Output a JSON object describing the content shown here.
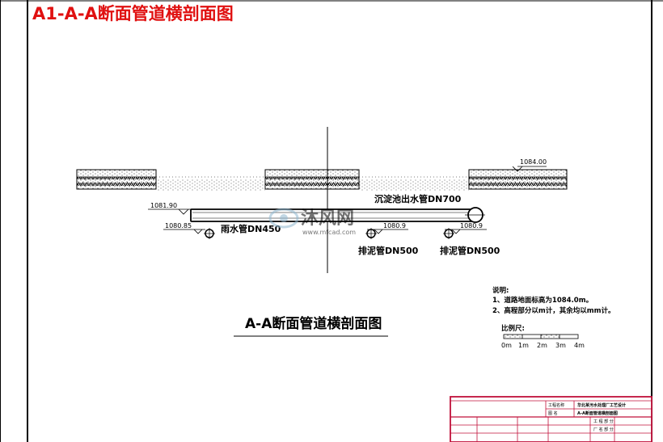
{
  "page_title": "A1-A-A断面管道横剖面图",
  "section_title": "A-A断面管道横剖面图",
  "elevations": {
    "road_surface": "1084.00",
    "main_pipe_top": "1081.90",
    "rain_pipe": "1080.85",
    "sludge_pipe_1": "1080.9",
    "sludge_pipe_2": "1080.9"
  },
  "pipe_labels": {
    "main_pipe": "沉淀池出水管DN700",
    "rain_pipe": "雨水管DN450",
    "sludge_pipe_1": "排泥管DN500",
    "sludge_pipe_2": "排泥管DN500"
  },
  "notes": {
    "heading": "说明:",
    "line1": "1、道路地面标高为1084.0m。",
    "line2": "2、高程部分以m计，其余均以mm计。"
  },
  "scale_bar": {
    "label": "比例尺:",
    "ticks": [
      "0m",
      "1m",
      "2m",
      "3m",
      "4m"
    ]
  },
  "watermark": {
    "brand": "沐风网",
    "url": "www.mfcad.com"
  },
  "title_block": {
    "project": "华北某污水处理厂工艺设计",
    "drawing_name": "A-A断面管道横剖面图",
    "row_labels": [
      "工程名称",
      "图 名",
      "工 程 部 分",
      "厂 名 部 分"
    ]
  },
  "colors": {
    "title_red": "#e01010",
    "frame": "#000000",
    "title_block_border": "#c0103a",
    "watermark": "#8fb7cf"
  }
}
